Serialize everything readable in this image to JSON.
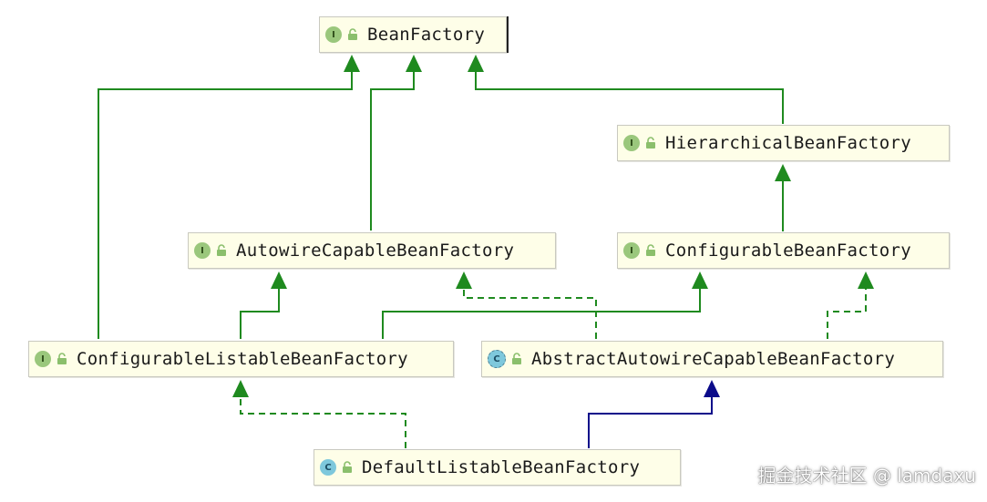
{
  "diagram": {
    "colors": {
      "extends": "#1f8a1f",
      "implements": "#1f8a1f",
      "class_extends": "#0b0b8a"
    },
    "nodes": {
      "bean_factory": {
        "label": "BeanFactory",
        "kind": "interface",
        "badge": "I"
      },
      "hierarchical_bean_factory": {
        "label": "HierarchicalBeanFactory",
        "kind": "interface",
        "badge": "I"
      },
      "autowire_capable_bean_factory": {
        "label": "AutowireCapableBeanFactory",
        "kind": "interface",
        "badge": "I"
      },
      "configurable_bean_factory": {
        "label": "ConfigurableBeanFactory",
        "kind": "interface",
        "badge": "I"
      },
      "configurable_listable_bean_factory": {
        "label": "ConfigurableListableBeanFactory",
        "kind": "interface",
        "badge": "I"
      },
      "abstract_autowire_capable_bean_factory": {
        "label": "AbstractAutowireCapableBeanFactory",
        "kind": "abstract-class",
        "badge": "C"
      },
      "default_listable_bean_factory": {
        "label": "DefaultListableBeanFactory",
        "kind": "class",
        "badge": "C"
      }
    },
    "edges": [
      {
        "from": "configurable_listable_bean_factory",
        "to": "bean_factory",
        "type": "extends"
      },
      {
        "from": "autowire_capable_bean_factory",
        "to": "bean_factory",
        "type": "extends"
      },
      {
        "from": "hierarchical_bean_factory",
        "to": "bean_factory",
        "type": "extends"
      },
      {
        "from": "configurable_bean_factory",
        "to": "hierarchical_bean_factory",
        "type": "extends"
      },
      {
        "from": "configurable_listable_bean_factory",
        "to": "autowire_capable_bean_factory",
        "type": "extends"
      },
      {
        "from": "configurable_listable_bean_factory",
        "to": "configurable_bean_factory",
        "type": "extends"
      },
      {
        "from": "abstract_autowire_capable_bean_factory",
        "to": "autowire_capable_bean_factory",
        "type": "implements"
      },
      {
        "from": "abstract_autowire_capable_bean_factory",
        "to": "configurable_bean_factory",
        "type": "implements"
      },
      {
        "from": "default_listable_bean_factory",
        "to": "configurable_listable_bean_factory",
        "type": "implements"
      },
      {
        "from": "default_listable_bean_factory",
        "to": "abstract_autowire_capable_bean_factory",
        "type": "class_extends"
      }
    ]
  },
  "watermark": "掘金技术社区 @ lamdaxu"
}
